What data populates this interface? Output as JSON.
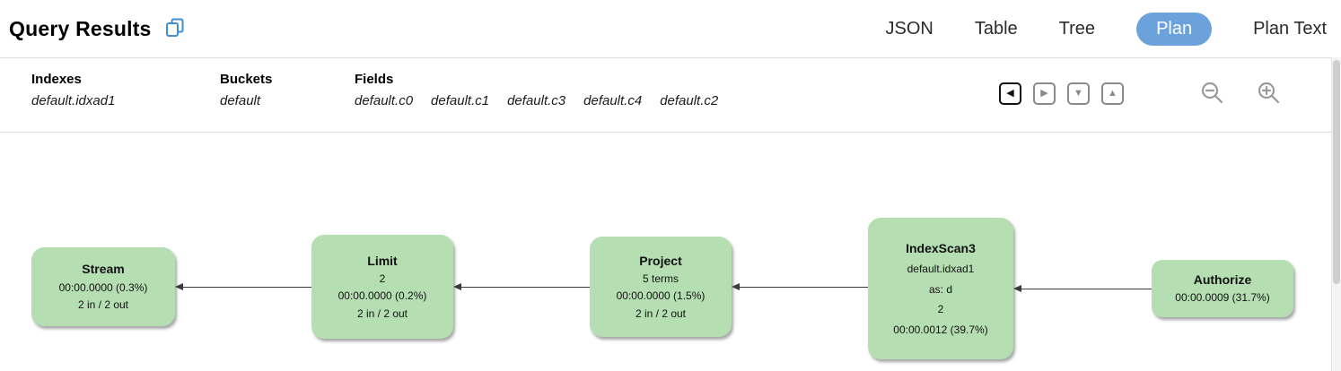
{
  "header": {
    "title": "Query Results",
    "tabs": [
      {
        "label": "JSON",
        "active": false
      },
      {
        "label": "Table",
        "active": false
      },
      {
        "label": "Tree",
        "active": false
      },
      {
        "label": "Plan",
        "active": true
      },
      {
        "label": "Plan Text",
        "active": false
      }
    ]
  },
  "toolbar": {
    "indexes_label": "Indexes",
    "indexes_value": "default.idxad1",
    "buckets_label": "Buckets",
    "buckets_value": "default",
    "fields_label": "Fields",
    "fields_values": [
      "default.c0",
      "default.c1",
      "default.c3",
      "default.c4",
      "default.c2"
    ]
  },
  "plan": {
    "nodes": [
      {
        "title": "Stream",
        "lines": [
          "00:00.0000 (0.3%)",
          "2 in / 2 out"
        ]
      },
      {
        "title": "Limit",
        "lines": [
          "2",
          "00:00.0000 (0.2%)",
          "2 in / 2 out"
        ]
      },
      {
        "title": "Project",
        "lines": [
          "5 terms",
          "00:00.0000 (1.5%)",
          "2 in / 2 out"
        ]
      },
      {
        "title": "IndexScan3",
        "lines": [
          "default.idxad1",
          "as: d",
          "2",
          "00:00.0012 (39.7%)"
        ]
      },
      {
        "title": "Authorize",
        "lines": [
          "00:00.0009 (31.7%)"
        ]
      }
    ]
  },
  "colors": {
    "accent_blue": "#6ca2dc",
    "node_green": "#b5dfb2",
    "copy_blue": "#3f8fd4"
  }
}
